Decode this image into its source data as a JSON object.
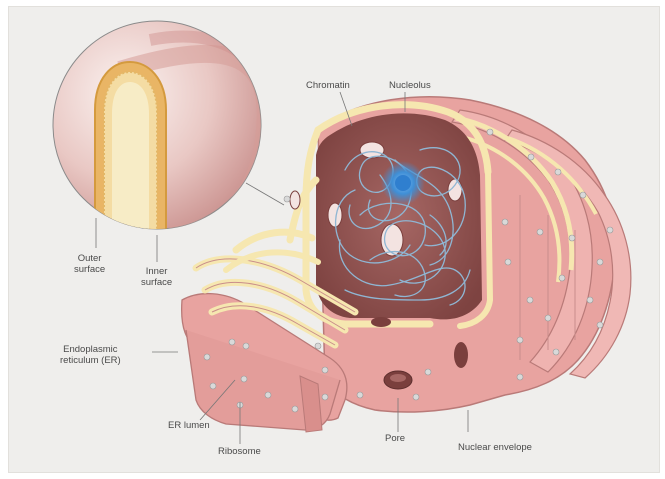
{
  "labels": {
    "chromatin": "Chromatin",
    "nucleolus": "Nucleolus",
    "outer_surface": "Outer\nsurface",
    "inner_surface": "Inner\nsurface",
    "endoplasmic_reticulum": "Endoplasmic\nreticulum (ER)",
    "er_lumen": "ER lumen",
    "ribosome": "Ribosome",
    "pore": "Pore",
    "nuclear_envelope": "Nuclear envelope"
  },
  "colors": {
    "background": "#efeeec",
    "membrane_pink": "#e8a3a0",
    "membrane_dark": "#b97a78",
    "interior_brown": "#8d4f4c",
    "lumen_cream": "#f6e7b0",
    "chromatin_blue": "#8fb6d3",
    "nucleolus_blue": "#3f8fd6",
    "ribosome_gray": "#d9d9d9"
  }
}
